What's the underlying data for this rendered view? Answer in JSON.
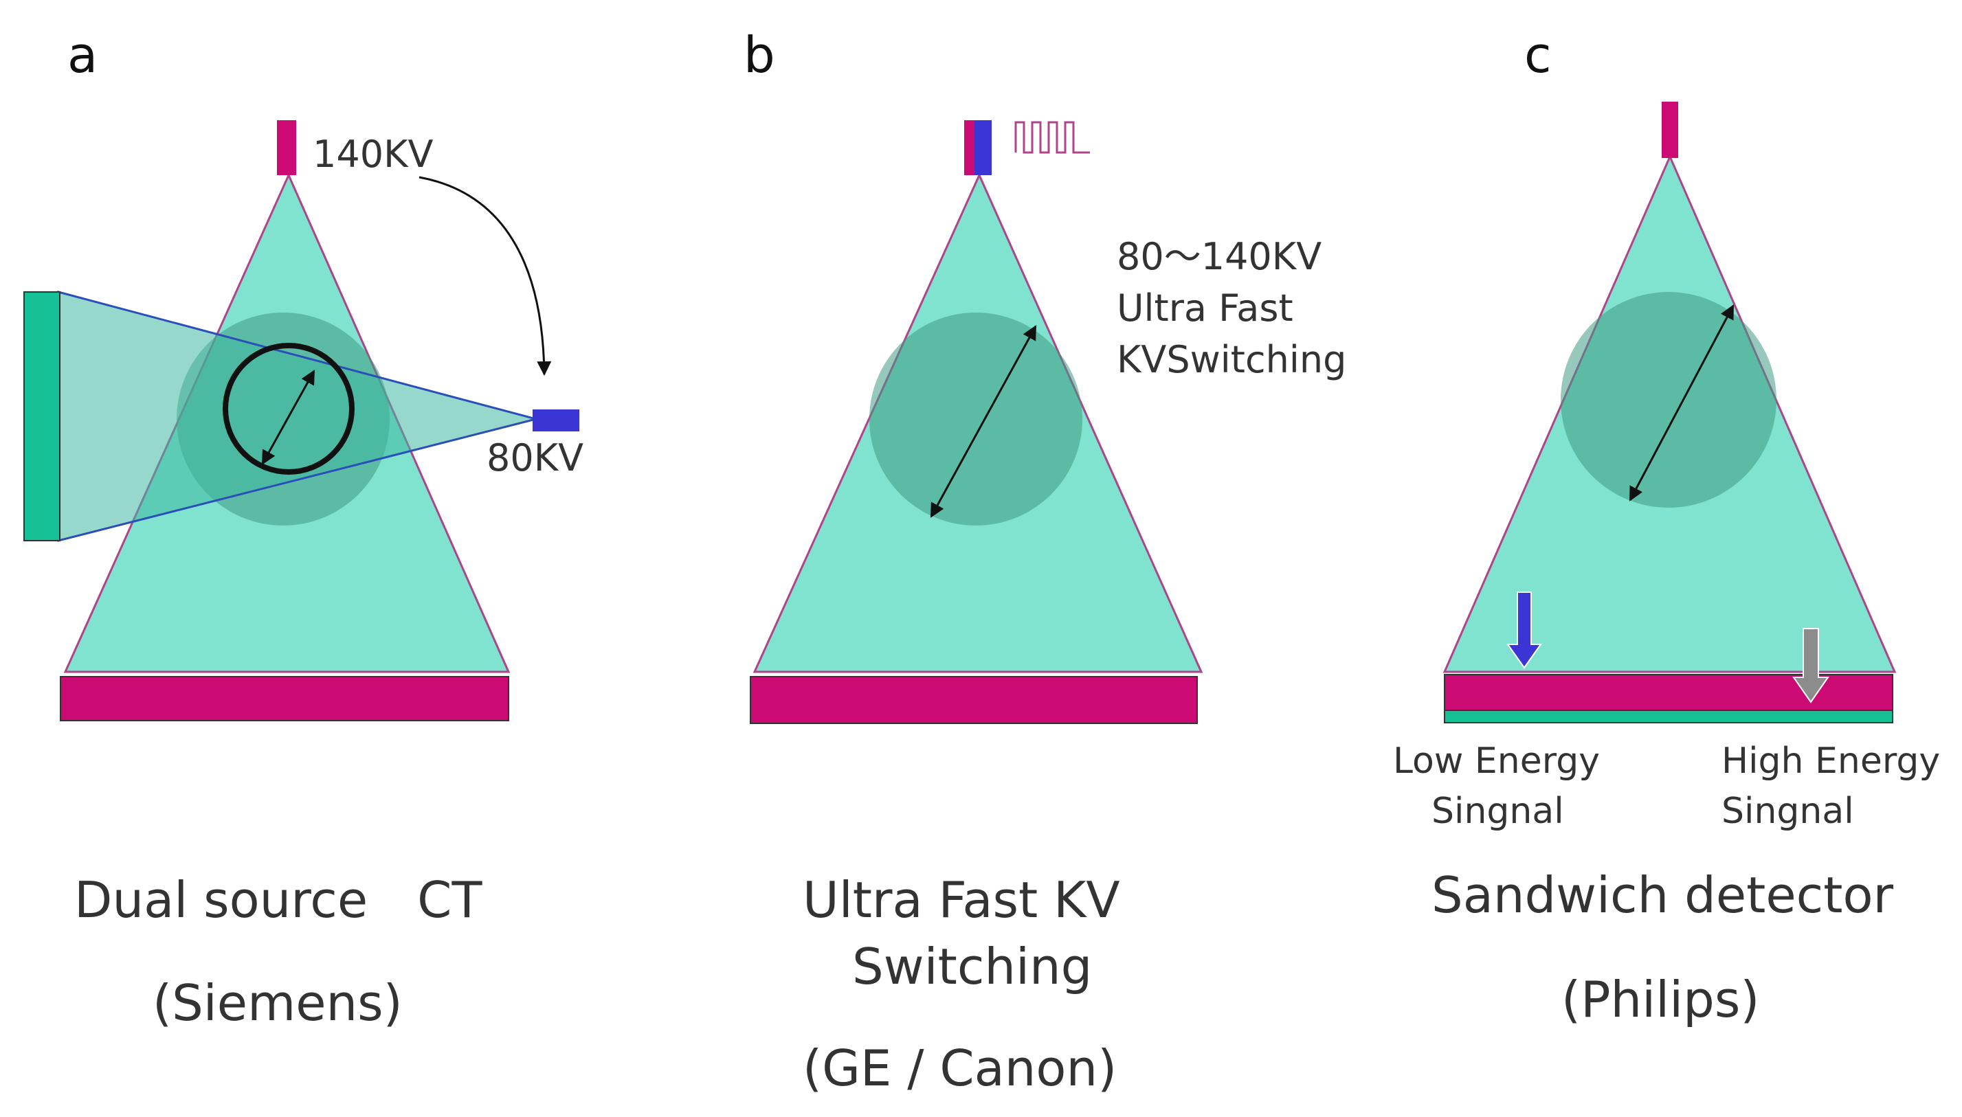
{
  "colors": {
    "beam_fill": "#7fe3cf",
    "beam_stroke": "#b0438a",
    "object_fill": "#3f9a84",
    "detector_magenta": "#cc0a73",
    "detector_teal": "#16c295",
    "tube_blue": "#3a35d4",
    "arrow_gray": "#8c8c8c",
    "waveform": "#b0438a"
  },
  "panels": [
    {
      "letter": "a",
      "source_high_label": "140KV",
      "source_low_label": "80KV",
      "caption_line1": "Dual source　CT",
      "caption_line2": "(Siemens)"
    },
    {
      "letter": "b",
      "kv_range_line1": "80～140KV",
      "kv_range_line2": "Ultra Fast",
      "kv_range_line3": "KVSwitching",
      "caption_line1": "Ultra Fast KV",
      "caption_line2": "Switching",
      "caption_line3": "(GE / Canon)"
    },
    {
      "letter": "c",
      "low_energy_line1": "Low Energy",
      "low_energy_line2": "Singnal",
      "high_energy_line1": "High Energy",
      "high_energy_line2": "Singnal",
      "caption_line1": "Sandwich detector",
      "caption_line2": "(Philips)"
    }
  ]
}
